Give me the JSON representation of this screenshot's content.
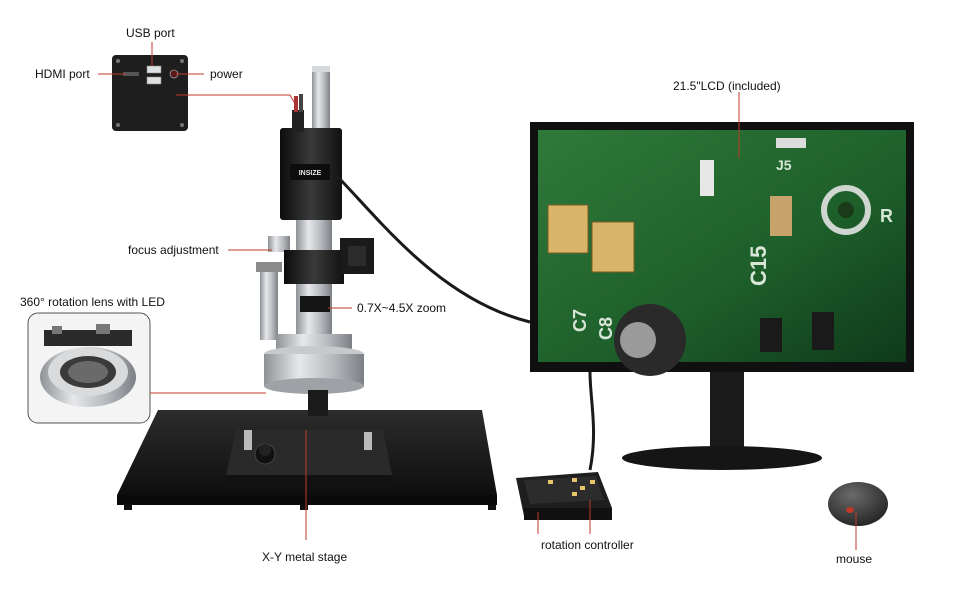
{
  "labels": {
    "usb_port": "USB port",
    "hdmi_port": "HDMI port",
    "power": "power",
    "lcd": "21.5\"LCD (included)",
    "focus_adjustment": "focus adjustment",
    "rotation_lens": "360° rotation lens with LED",
    "zoom": "0.7X~4.5X zoom",
    "stage": "X-Y metal stage",
    "rotation_controller": "rotation controller",
    "mouse": "mouse"
  },
  "camera_brand": "INSIZE",
  "pcb_markings": [
    "C15",
    "C7",
    "C8",
    "R",
    "J5"
  ],
  "colors": {
    "leader_line": "#c0392b",
    "pcb_green": "#1f5a2a",
    "metal": "#b9bcc0",
    "black_body": "#1b1b1b"
  }
}
